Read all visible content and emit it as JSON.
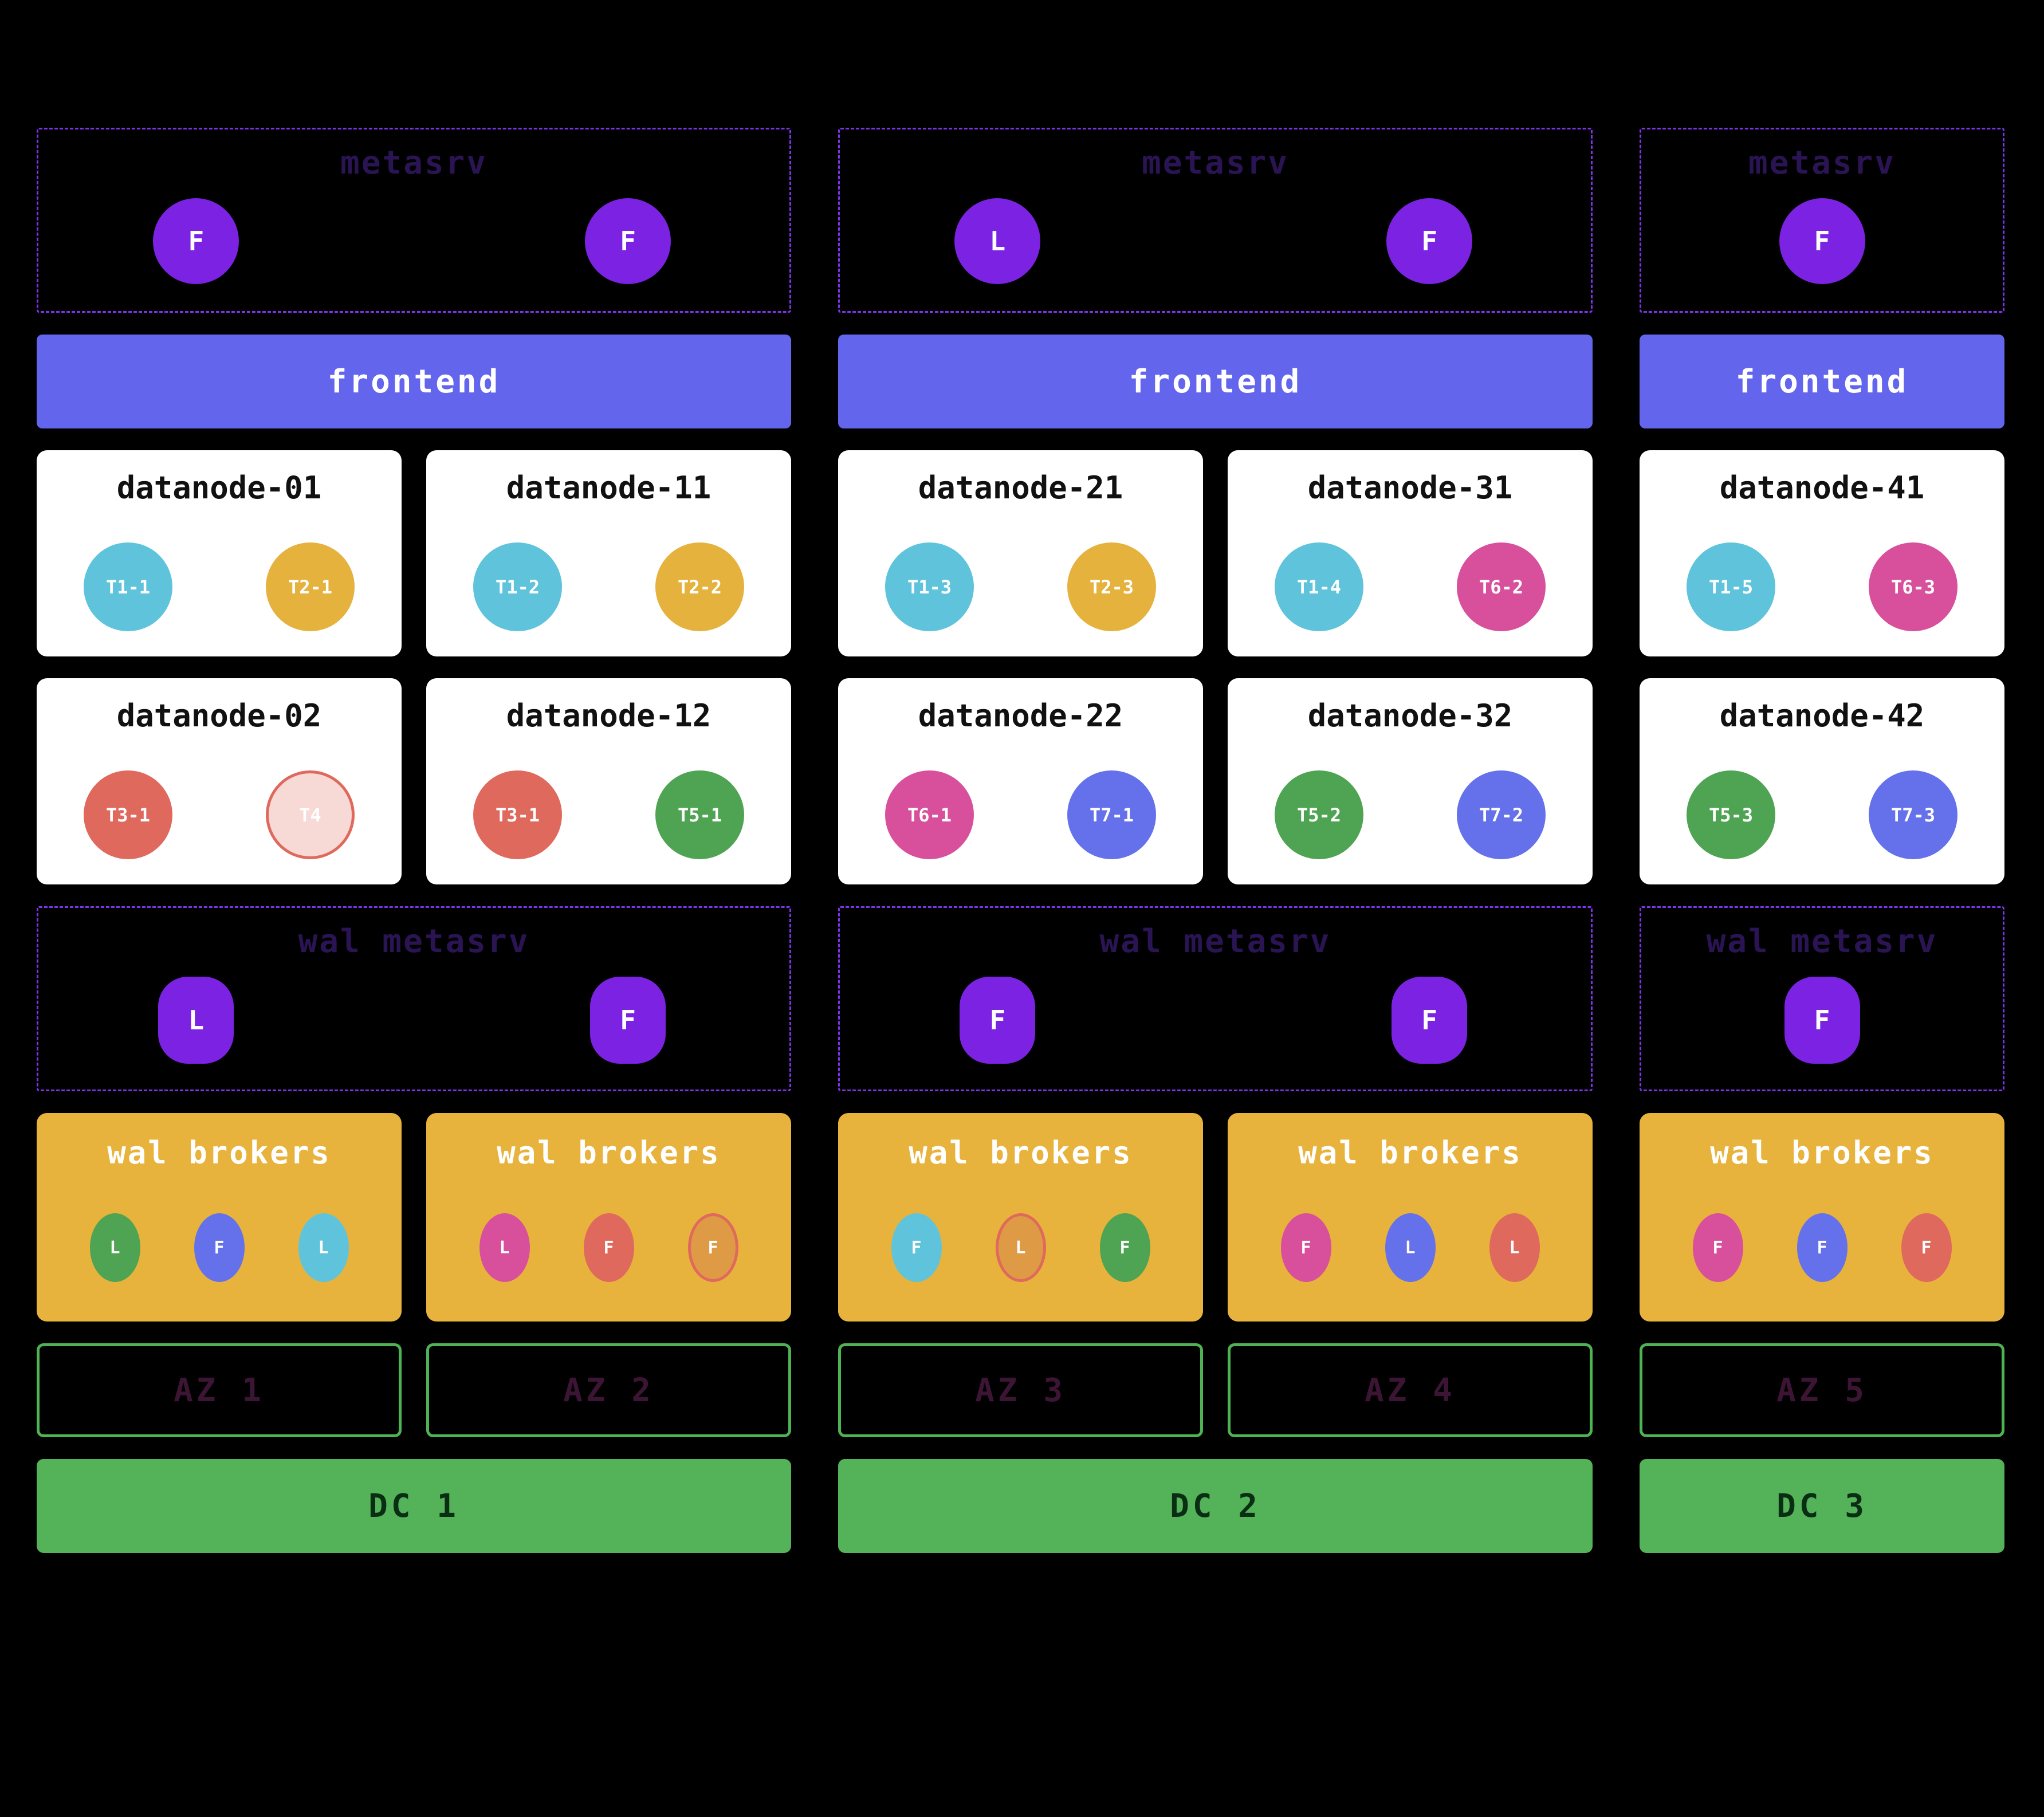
{
  "palette": {
    "background": "#000000",
    "dashed_border": "#7d33ea",
    "metasrv_title": "#2a1454",
    "metasrv_node": "#7b22e3",
    "frontend_bg": "#6366ec",
    "datanode_bg": "#ffffff",
    "datanode_title": "#111111",
    "brokers_bg": "#e7b33c",
    "az_border": "#4db353",
    "az_label": "#3c1535",
    "dc_bg": "#54b258",
    "dc_label": "#0a2e14",
    "cyan": "#5fc4db",
    "amber": "#e6b23e",
    "magenta": "#d8509c",
    "salmon": "#df695d",
    "green": "#4ea452",
    "indigo": "#6571ea",
    "orange": "#de9a45",
    "ghost_bg": "#f7d9d6",
    "ghost_border": "#df695d"
  },
  "dcs": [
    {
      "label": "DC 1",
      "metasrv": {
        "title": "metasrv",
        "nodes": [
          {
            "label": "F"
          },
          {
            "label": "F"
          }
        ]
      },
      "frontend_label": "frontend",
      "datanodes": [
        {
          "title": "datanode-01",
          "regions": [
            {
              "label": "T1-1",
              "color": "cyan"
            },
            {
              "label": "T2-1",
              "color": "amber"
            }
          ]
        },
        {
          "title": "datanode-11",
          "regions": [
            {
              "label": "T1-2",
              "color": "cyan"
            },
            {
              "label": "T2-2",
              "color": "amber"
            }
          ]
        },
        {
          "title": "datanode-02",
          "regions": [
            {
              "label": "T3-1",
              "color": "salmon"
            },
            {
              "label": "T4",
              "color": "ghost"
            }
          ]
        },
        {
          "title": "datanode-12",
          "regions": [
            {
              "label": "T3-1",
              "color": "salmon"
            },
            {
              "label": "T5-1",
              "color": "green"
            }
          ]
        }
      ],
      "wal_metasrv": {
        "title": "wal metasrv",
        "nodes": [
          {
            "label": "L"
          },
          {
            "label": "F"
          }
        ]
      },
      "broker_groups": [
        {
          "title": "wal brokers",
          "brokers": [
            {
              "label": "L",
              "color": "green"
            },
            {
              "label": "F",
              "color": "indigo"
            },
            {
              "label": "L",
              "color": "cyan"
            }
          ]
        },
        {
          "title": "wal brokers",
          "brokers": [
            {
              "label": "L",
              "color": "magenta"
            },
            {
              "label": "F",
              "color": "salmon"
            },
            {
              "label": "F",
              "color": "orange",
              "outlined": true
            }
          ]
        }
      ],
      "azs": [
        {
          "label": "AZ 1"
        },
        {
          "label": "AZ 2"
        }
      ]
    },
    {
      "label": "DC 2",
      "metasrv": {
        "title": "metasrv",
        "nodes": [
          {
            "label": "L"
          },
          {
            "label": "F"
          }
        ]
      },
      "frontend_label": "frontend",
      "datanodes": [
        {
          "title": "datanode-21",
          "regions": [
            {
              "label": "T1-3",
              "color": "cyan"
            },
            {
              "label": "T2-3",
              "color": "amber"
            }
          ]
        },
        {
          "title": "datanode-31",
          "regions": [
            {
              "label": "T1-4",
              "color": "cyan"
            },
            {
              "label": "T6-2",
              "color": "magenta"
            }
          ]
        },
        {
          "title": "datanode-22",
          "regions": [
            {
              "label": "T6-1",
              "color": "magenta"
            },
            {
              "label": "T7-1",
              "color": "indigo"
            }
          ]
        },
        {
          "title": "datanode-32",
          "regions": [
            {
              "label": "T5-2",
              "color": "green"
            },
            {
              "label": "T7-2",
              "color": "indigo"
            }
          ]
        }
      ],
      "wal_metasrv": {
        "title": "wal metasrv",
        "nodes": [
          {
            "label": "F"
          },
          {
            "label": "F"
          }
        ]
      },
      "broker_groups": [
        {
          "title": "wal brokers",
          "brokers": [
            {
              "label": "F",
              "color": "cyan"
            },
            {
              "label": "L",
              "color": "orange",
              "outlined": true
            },
            {
              "label": "F",
              "color": "green"
            }
          ]
        },
        {
          "title": "wal brokers",
          "brokers": [
            {
              "label": "F",
              "color": "magenta"
            },
            {
              "label": "L",
              "color": "indigo"
            },
            {
              "label": "L",
              "color": "salmon"
            }
          ]
        }
      ],
      "azs": [
        {
          "label": "AZ 3"
        },
        {
          "label": "AZ 4"
        }
      ]
    },
    {
      "label": "DC 3",
      "metasrv": {
        "title": "metasrv",
        "nodes": [
          {
            "label": "F"
          }
        ]
      },
      "frontend_label": "frontend",
      "datanodes": [
        {
          "title": "datanode-41",
          "regions": [
            {
              "label": "T1-5",
              "color": "cyan"
            },
            {
              "label": "T6-3",
              "color": "magenta"
            }
          ]
        },
        {
          "title": "datanode-42",
          "regions": [
            {
              "label": "T5-3",
              "color": "green"
            },
            {
              "label": "T7-3",
              "color": "indigo"
            }
          ]
        }
      ],
      "wal_metasrv": {
        "title": "wal metasrv",
        "nodes": [
          {
            "label": "F"
          }
        ]
      },
      "broker_groups": [
        {
          "title": "wal brokers",
          "brokers": [
            {
              "label": "F",
              "color": "magenta"
            },
            {
              "label": "F",
              "color": "indigo"
            },
            {
              "label": "F",
              "color": "salmon"
            }
          ]
        }
      ],
      "azs": [
        {
          "label": "AZ 5"
        }
      ]
    }
  ]
}
